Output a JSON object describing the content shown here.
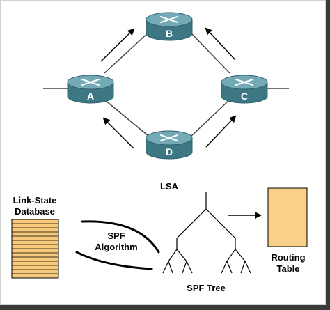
{
  "routers": [
    {
      "id": "B",
      "label": "B"
    },
    {
      "id": "A",
      "label": "A"
    },
    {
      "id": "C",
      "label": "C"
    },
    {
      "id": "D",
      "label": "D"
    }
  ],
  "labels": {
    "lsa": "LSA",
    "database_line1": "Link-State",
    "database_line2": "Database",
    "algorithm_line1": "SPF",
    "algorithm_line2": "Algorithm",
    "tree": "SPF Tree",
    "table_line1": "Routing",
    "table_line2": "Table"
  },
  "colors": {
    "router_top": "#74aab6",
    "router_side": "#3e7784",
    "router_edge": "#2e5f6b",
    "database_fill": "#f7c97a",
    "table_fill": "#f9d08a",
    "line": "#000000"
  }
}
